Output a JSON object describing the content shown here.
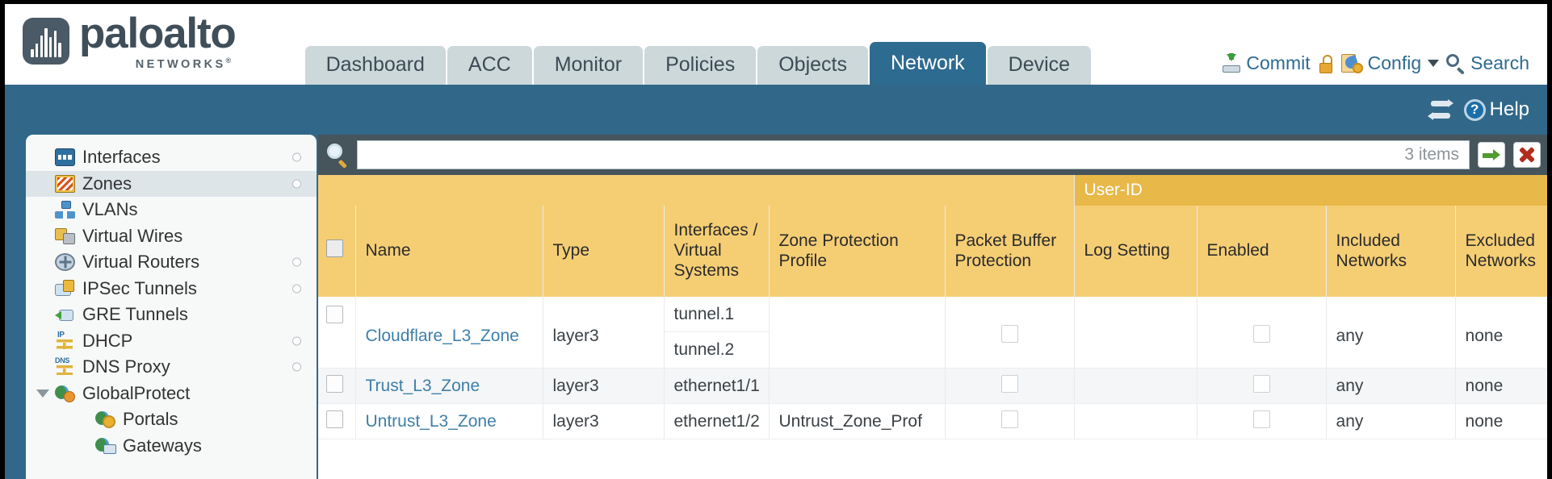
{
  "brand": {
    "name": "paloalto",
    "sub": "NETWORKS",
    "reg": "®"
  },
  "nav": {
    "tabs": [
      {
        "label": "Dashboard",
        "active": false
      },
      {
        "label": "ACC",
        "active": false
      },
      {
        "label": "Monitor",
        "active": false
      },
      {
        "label": "Policies",
        "active": false
      },
      {
        "label": "Objects",
        "active": false
      },
      {
        "label": "Network",
        "active": true
      },
      {
        "label": "Device",
        "active": false
      }
    ]
  },
  "header_actions": {
    "commit": "Commit",
    "lock_icon": "unlock-icon",
    "config": "Config",
    "search": "Search"
  },
  "subbar": {
    "refresh_icon": "refresh-icon",
    "help": "Help"
  },
  "sidebar": {
    "items": [
      {
        "label": "Interfaces",
        "icon": "interfaces-icon",
        "selected": false,
        "dot": true,
        "child": false,
        "expander": false
      },
      {
        "label": "Zones",
        "icon": "zones-icon",
        "selected": true,
        "dot": true,
        "child": false,
        "expander": false
      },
      {
        "label": "VLANs",
        "icon": "vlans-icon",
        "selected": false,
        "dot": false,
        "child": false,
        "expander": false
      },
      {
        "label": "Virtual Wires",
        "icon": "virtual-wires-icon",
        "selected": false,
        "dot": false,
        "child": false,
        "expander": false
      },
      {
        "label": "Virtual Routers",
        "icon": "virtual-routers-icon",
        "selected": false,
        "dot": true,
        "child": false,
        "expander": false
      },
      {
        "label": "IPSec Tunnels",
        "icon": "ipsec-tunnels-icon",
        "selected": false,
        "dot": true,
        "child": false,
        "expander": false
      },
      {
        "label": "GRE Tunnels",
        "icon": "gre-tunnels-icon",
        "selected": false,
        "dot": false,
        "child": false,
        "expander": false
      },
      {
        "label": "DHCP",
        "icon": "dhcp-icon",
        "selected": false,
        "dot": true,
        "child": false,
        "expander": false
      },
      {
        "label": "DNS Proxy",
        "icon": "dns-proxy-icon",
        "selected": false,
        "dot": true,
        "child": false,
        "expander": false
      },
      {
        "label": "GlobalProtect",
        "icon": "globalprotect-icon",
        "selected": false,
        "dot": false,
        "child": false,
        "expander": true
      },
      {
        "label": "Portals",
        "icon": "portals-icon",
        "selected": false,
        "dot": false,
        "child": true,
        "expander": false
      },
      {
        "label": "Gateways",
        "icon": "gateways-icon",
        "selected": false,
        "dot": false,
        "child": true,
        "expander": false
      }
    ]
  },
  "toolbar": {
    "search_value": "",
    "search_placeholder": "",
    "items_count": "3 items",
    "apply_icon": "green-arrow-icon",
    "clear_icon": "red-x-icon"
  },
  "table": {
    "group_header": "User-ID",
    "columns": [
      "Name",
      "Type",
      "Interfaces / Virtual Systems",
      "Zone Protection Profile",
      "Packet Buffer Protection",
      "Log Setting",
      "Enabled",
      "Included Networks",
      "Excluded Networks"
    ],
    "columns_split": {
      "interfaces": [
        "Interfaces /",
        "Virtual",
        "Systems"
      ],
      "zone_protection": [
        "Zone Protection",
        "Profile"
      ],
      "packet_buffer": [
        "Packet Buffer",
        "Protection"
      ],
      "included": [
        "Included",
        "Networks"
      ],
      "excluded": [
        "Excluded",
        "Networks"
      ]
    },
    "rows": [
      {
        "name": "Cloudflare_L3_Zone",
        "type": "layer3",
        "interfaces": [
          "tunnel.1",
          "tunnel.2"
        ],
        "zone_protection_profile": "",
        "packet_buffer_protection": false,
        "log_setting": "",
        "userid_enabled": false,
        "included_networks": "any",
        "excluded_networks": "none"
      },
      {
        "name": "Trust_L3_Zone",
        "type": "layer3",
        "interfaces": [
          "ethernet1/1"
        ],
        "zone_protection_profile": "",
        "packet_buffer_protection": false,
        "log_setting": "",
        "userid_enabled": false,
        "included_networks": "any",
        "excluded_networks": "none"
      },
      {
        "name": "Untrust_L3_Zone",
        "type": "layer3",
        "interfaces": [
          "ethernet1/2"
        ],
        "zone_protection_profile": "Untrust_Zone_Prof",
        "packet_buffer_protection": false,
        "log_setting": "",
        "userid_enabled": false,
        "included_networks": "any",
        "excluded_networks": "none"
      }
    ]
  },
  "colors": {
    "header_blue": "#31688a",
    "tab_active": "#2e6b91",
    "tab_inactive": "#ccd8da",
    "table_header_gold": "#f5ce74",
    "table_group_gold": "#e8b848",
    "link_blue": "#3e7fa8",
    "toolbar_dark": "#46545c"
  }
}
